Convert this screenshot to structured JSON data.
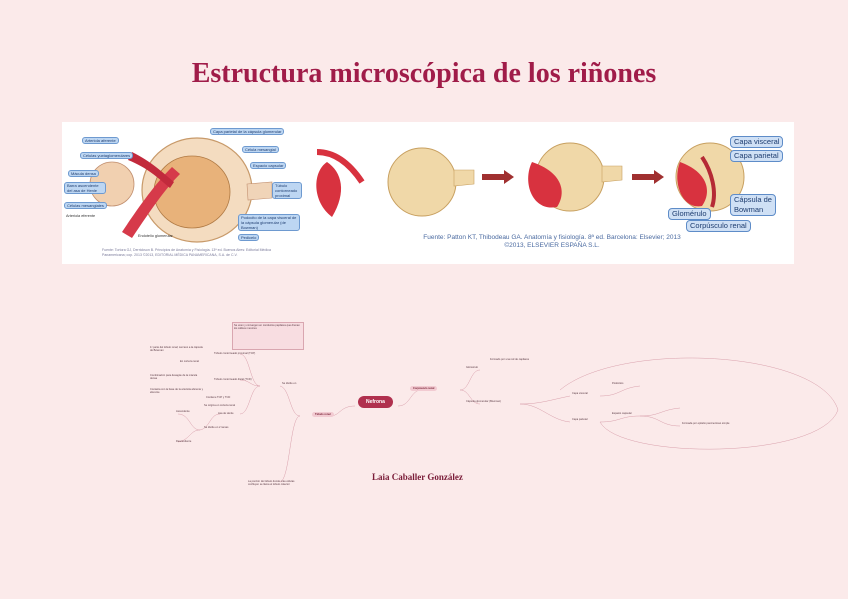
{
  "title": "Estructura microscópica de los riñones",
  "author": "Laia Caballer González",
  "figure_left": {
    "labels_left": [
      "Arteriola aferente",
      "Células yuxtaglomerulares",
      "Mácula densa",
      "Barra ascendente del asa de Henle",
      "Células mesangiales",
      "Arteriola eferente",
      "Endotelio glomerular"
    ],
    "labels_right": [
      "Capa parietal de la cápsula glomerular",
      "Célula mesangial",
      "Espacio capsular",
      "Túbulo contorneado proximal",
      "Podocito de la capa visceral de la cápsula glomerular (de Bowman)",
      "Pedicelo"
    ],
    "source": "Fuente: Tortora GJ, Derrickson B. Principios de Anatomía y Fisiología. 13ª ed. Buenos Aires: Editorial Médica Panamericana; cop. 2013 ©2013, EDITORIAL MÉDICA PANAMERICANA, S.A. de C.V."
  },
  "figure_right": {
    "labels": [
      "Capa visceral",
      "Capa parietal",
      "Cápsula de Bowman",
      "Glomérulo",
      "Corpúsculo renal"
    ],
    "source_line1": "Fuente: Patton KT, Thibodeau GA. Anatomía y fisiología. 8ª ed. Barcelona: Elsevier; 2013",
    "source_line2": "©2013, ELSEVIER ESPAÑA S.L."
  },
  "mindmap": {
    "center": "Nefrona",
    "left_main": "Túbulo renal",
    "right_main": "Corpúsculo renal",
    "left_branches": [
      "Se divide en",
      "La porción del túbulo donde más células confluyen se llama el túbulo colector"
    ],
    "left_nodes": [
      "Túbulo contorneado proximal (TCP)",
      "Túbulo contorneado distal (TCD)",
      "Asa de Henle",
      "Ascendente",
      "Descendente",
      "Se divide en 2 ramas",
      "Se origina en corteza renal",
      "Contiene TCP y TCD",
      "En corteza renal",
      "1ª parte del túbulo renal; cercano a la cápsula de Bowman",
      "Combinación para desagüe de la mácula densa",
      "Contacta con la base de la arteriola aferente y eferente",
      "Se unen y convergen en conductos papilares que drenan los cálices menores"
    ],
    "right_nodes": [
      "Glomérulo",
      "Cápsula glomerular (Bowman)",
      "Formado por una red de capilares",
      "Capa visceral",
      "Capa parietal",
      "Espacio capsular",
      "Podocitos",
      "Formada por epitelio pavimentoso simple"
    ]
  }
}
